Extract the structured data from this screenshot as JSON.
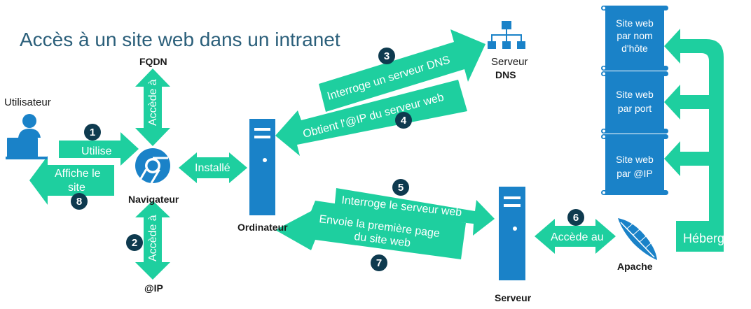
{
  "title": "Accès à un site web dans un intranet",
  "colors": {
    "arrow": "#1ecf9f",
    "icon": "#1a82c8",
    "badge": "#0e3a4f",
    "title": "#2b5f7a"
  },
  "nodes": {
    "user": "Utilisateur",
    "fqdn": "FQDN",
    "navigator": "Navigateur",
    "ip": "@IP",
    "computer": "Ordinateur",
    "dns_server_line1": "Serveur",
    "dns_server_line2": "DNS",
    "server": "Serveur",
    "apache": "Apache"
  },
  "arrows": {
    "utilise": "Utilise",
    "affiche_line1": "Affiche le",
    "affiche_line2": "site",
    "accede_a_top": "Accède à",
    "accede_a_bottom": "Accède à",
    "installe": "Installé",
    "dns_request": "Interroge un serveur DNS",
    "dns_response": "Obtient l'@IP du serveur web",
    "web_request": "Interroge le serveur web",
    "web_response_line1": "Envoie la première page",
    "web_response_line2": "du site web",
    "accede_au": "Accède au",
    "heberge": "Héberge"
  },
  "sites": [
    {
      "lines": [
        "Site web",
        "par nom",
        "d'hôte"
      ]
    },
    {
      "lines": [
        "Site web",
        "par port"
      ]
    },
    {
      "lines": [
        "Site web",
        "par @IP"
      ]
    }
  ],
  "badges": [
    "1",
    "2",
    "3",
    "4",
    "5",
    "6",
    "7",
    "8"
  ]
}
